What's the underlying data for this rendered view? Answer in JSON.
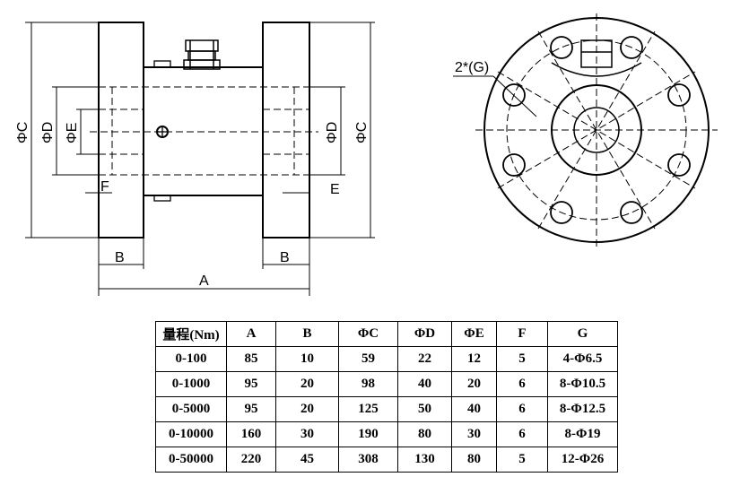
{
  "drawing": {
    "side_view_labels": {
      "dia_c_left": "ΦC",
      "dia_d_left": "ΦD",
      "dia_e": "ΦE",
      "f": "F",
      "b_left": "B",
      "b_right": "B",
      "a": "A",
      "e": "E",
      "dia_d_right": "ΦD",
      "dia_c_right": "ΦC"
    },
    "front_view_labels": {
      "bolt_holes": "2*(G)"
    }
  },
  "table": {
    "headers": [
      "量程(Nm)",
      "A",
      "B",
      "ΦC",
      "ΦD",
      "ΦE",
      "F",
      "G"
    ],
    "rows": [
      [
        "0-100",
        "85",
        "10",
        "59",
        "22",
        "12",
        "5",
        "4-Φ6.5"
      ],
      [
        "0-1000",
        "95",
        "20",
        "98",
        "40",
        "20",
        "6",
        "8-Φ10.5"
      ],
      [
        "0-5000",
        "95",
        "20",
        "125",
        "50",
        "40",
        "6",
        "8-Φ12.5"
      ],
      [
        "0-10000",
        "160",
        "30",
        "190",
        "80",
        "30",
        "6",
        "8-Φ19"
      ],
      [
        "0-50000",
        "220",
        "45",
        "308",
        "130",
        "80",
        "5",
        "12-Φ26"
      ]
    ]
  }
}
